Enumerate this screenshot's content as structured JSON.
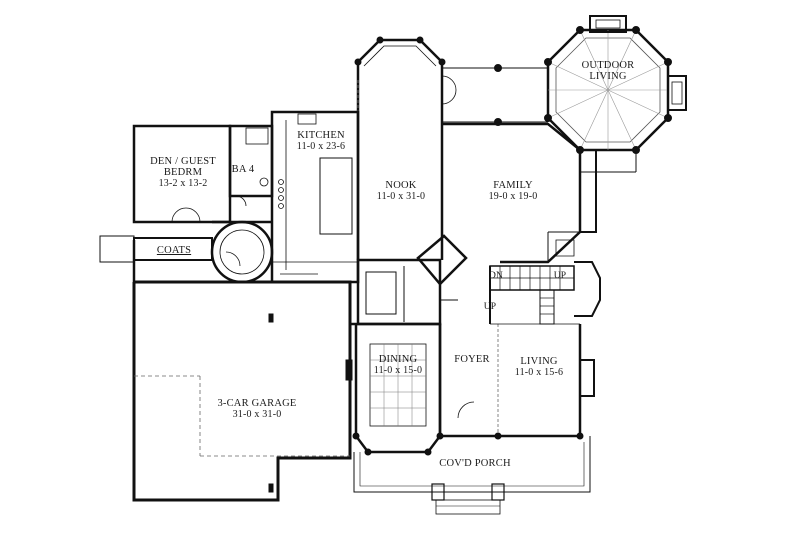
{
  "plan": {
    "colors": {
      "wall": "#111111",
      "line": "#333333",
      "background": "#ffffff"
    },
    "rooms": {
      "outdoor_living": {
        "name_line1": "OUTDOOR",
        "name_line2": "LIVING"
      },
      "kitchen": {
        "name": "KITCHEN",
        "dims": "11-0 x 23-6"
      },
      "den": {
        "name_line1": "DEN / GUEST",
        "name_line2": "BEDRM",
        "dims": "13-2 x 13-2"
      },
      "bath": {
        "name": "BA 4"
      },
      "nook": {
        "name": "NOOK",
        "dims": "11-0 x 31-0"
      },
      "family": {
        "name": "FAMILY",
        "dims": "19-0 x 19-0"
      },
      "coats": {
        "name": "COATS"
      },
      "dining": {
        "name": "DINING",
        "dims": "11-0 x 15-0"
      },
      "foyer": {
        "name": "FOYER"
      },
      "living": {
        "name": "LIVING",
        "dims": "11-0 x 15-6"
      },
      "garage": {
        "name": "3-CAR GARAGE",
        "dims": "31-0 x 31-0"
      },
      "porch": {
        "name": "COV'D PORCH"
      }
    },
    "stairs": {
      "down": "DN",
      "up_top": "UP",
      "up_left": "UP"
    }
  }
}
